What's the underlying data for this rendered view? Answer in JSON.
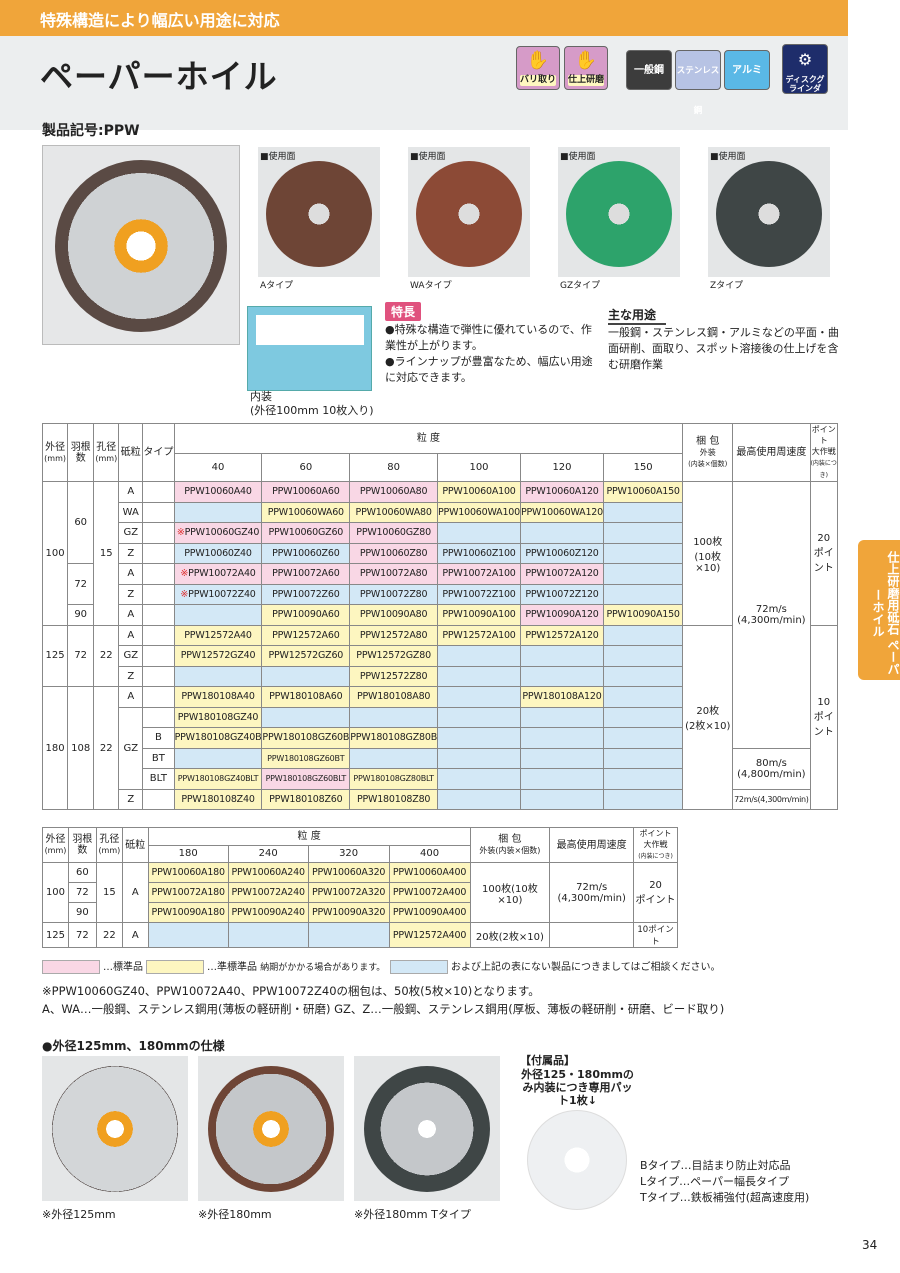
{
  "header": {
    "tagline": "特殊構造により幅広い用途に対応",
    "title": "ペーパーホイル",
    "icons": [
      {
        "name": "deburr",
        "label": "バリ取り"
      },
      {
        "name": "finish",
        "label": "仕上研磨"
      },
      {
        "name": "general-steel",
        "label": "一般鋼"
      },
      {
        "name": "stainless",
        "label": "ステンレス鋼"
      },
      {
        "name": "aluminum",
        "label": "アルミ"
      },
      {
        "name": "disc-grinder",
        "label": "ディスクグラインダ"
      }
    ]
  },
  "product_code": "製品記号:PPW",
  "photos": {
    "usage_label": "■使用面",
    "types": [
      "Aタイプ",
      "WAタイプ",
      "GZタイプ",
      "Zタイプ"
    ],
    "colors": [
      "#6e4536",
      "#8c4a36",
      "#2da36b",
      "#3f4646"
    ],
    "box_caption": [
      "内装",
      "(外径100mm 10枚入り)"
    ]
  },
  "features": {
    "tag": "特長",
    "items": [
      "●特殊な構造で弾性に優れているので、作業性が上がります。",
      "●ラインナップが豊富なため、幅広い用途に対応できます。"
    ]
  },
  "uses": {
    "tag": "主な用途",
    "text": "一般鋼・ステンレス鋼・アルミなどの平面・曲面研削、面取り、スポット溶接後の仕上げを含む研磨作業"
  },
  "table1": {
    "h_od": "外径",
    "h_od_unit": "(mm)",
    "h_blades": "羽根数",
    "h_bore": "孔径",
    "h_bore_unit": "(mm)",
    "h_grain": "砥粒",
    "h_type": "タイプ",
    "h_grit": "粒 度",
    "grits": [
      "40",
      "60",
      "80",
      "100",
      "120",
      "150"
    ],
    "h_pack": "梱 包",
    "h_pack_sub": "外装",
    "h_pack_sub2": "(内装×個数)",
    "h_speed": "最高使用周速度",
    "h_point": "ポイント",
    "h_point2": "大作戦",
    "h_point3": "(内装につき)",
    "od100": "100",
    "bl60": "60",
    "bl72": "72",
    "bl90": "90",
    "bore15": "15",
    "od125": "125",
    "bl72b": "72",
    "bore22": "22",
    "od180": "180",
    "bl108": "108",
    "bore22b": "22",
    "pack100": "100枚",
    "pack100b": "(10枚×10)",
    "pack20": "20枚",
    "pack20b": "(2枚×10)",
    "speed72": "72m/s",
    "speed72b": "(4,300m/min)",
    "speed80": "80m/s",
    "speed80b": "(4,800m/min)",
    "speed72c": "72m/s(4,300m/min)",
    "pt20": "20",
    "pt20b": "ポイント",
    "pt10": "10",
    "pt10b": "ポイント",
    "g": {
      "A": "A",
      "WA": "WA",
      "GZ": "GZ",
      "Z": "Z",
      "B": "B",
      "BT": "BT",
      "BLT": "BLT"
    },
    "r1": [
      "PPW10060A40",
      "PPW10060A60",
      "PPW10060A80",
      "PPW10060A100",
      "PPW10060A120",
      "PPW10060A150"
    ],
    "r2": [
      "PPW10060WA60",
      "PPW10060WA80",
      "PPW10060WA100",
      "PPW10060WA120"
    ],
    "r3": [
      "PPW10060GZ40",
      "PPW10060GZ60",
      "PPW10060GZ80"
    ],
    "r4": [
      "PPW10060Z40",
      "PPW10060Z60",
      "PPW10060Z80",
      "PPW10060Z100",
      "PPW10060Z120"
    ],
    "r5": [
      "PPW10072A40",
      "PPW10072A60",
      "PPW10072A80",
      "PPW10072A100",
      "PPW10072A120"
    ],
    "r6": [
      "PPW10072Z40",
      "PPW10072Z60",
      "PPW10072Z80",
      "PPW10072Z100",
      "PPW10072Z120"
    ],
    "r7": [
      "PPW10090A60",
      "PPW10090A80",
      "PPW10090A100",
      "PPW10090A120",
      "PPW10090A150"
    ],
    "r8": [
      "PPW12572A40",
      "PPW12572A60",
      "PPW12572A80",
      "PPW12572A100",
      "PPW12572A120"
    ],
    "r9": [
      "PPW12572GZ40",
      "PPW12572GZ60",
      "PPW12572GZ80"
    ],
    "r10": [
      "PPW12572Z80"
    ],
    "r11": [
      "PPW180108A40",
      "PPW180108A60",
      "PPW180108A80",
      "PPW180108A120"
    ],
    "r12": [
      "PPW180108GZ40"
    ],
    "r13": [
      "PPW180108GZ40B",
      "PPW180108GZ60B",
      "PPW180108GZ80B"
    ],
    "r14": [
      "PPW180108GZ60BT"
    ],
    "r15": [
      "PPW180108GZ40BLT",
      "PPW180108GZ60BLT",
      "PPW180108GZ80BLT"
    ],
    "r16": [
      "PPW180108Z40",
      "PPW180108Z60",
      "PPW180108Z80"
    ],
    "mark": "※"
  },
  "table2": {
    "grits": [
      "180",
      "240",
      "320",
      "400"
    ],
    "h_pack_sub": "外装(内装×個数)",
    "r1": [
      "PPW10060A180",
      "PPW10060A240",
      "PPW10060A320",
      "PPW10060A400"
    ],
    "r2": [
      "PPW10072A180",
      "PPW10072A240",
      "PPW10072A320",
      "PPW10072A400"
    ],
    "r3": [
      "PPW10090A180",
      "PPW10090A240",
      "PPW10090A320",
      "PPW10090A400"
    ],
    "r4": [
      "PPW12572A400"
    ],
    "pack100": "100枚(10枚×10)",
    "pack20": "20枚(2枚×10)",
    "pt10": "10ポイント"
  },
  "legend": {
    "std": "…標準品",
    "sub": "…準標準品",
    "sub_note": "納期がかかる場合があります。",
    "cons": "および上記の表にない製品につきましてはご相談ください。"
  },
  "notes": {
    "n1": "※PPW10060GZ40、PPW10072A40、PPW10072Z40の梱包は、50枚(5枚×10)となります。",
    "n2": "A、WA…一般鋼、ステンレス鋼用(薄板の軽研削・研磨) GZ、Z…一般鋼、ステンレス鋼用(厚板、薄板の軽研削・研磨、ビード取り)"
  },
  "spec": {
    "title": "●外径125mm、180mmの仕様",
    "captions": [
      "※外径125mm",
      "※外径180mm",
      "※外径180mm Tタイプ"
    ]
  },
  "accessory": {
    "title": "【付属品】",
    "text": "外径125・180mmのみ内装につき専用パット1枚↓"
  },
  "types_desc": [
    "Bタイプ…目詰まり防止対応品",
    "Lタイプ…ペーパー幅長タイプ",
    "Tタイプ…鉄板補強付(超高速度用)"
  ],
  "side_tab": "仕上研磨用砥石 ペーパーホイル",
  "page_number": "34"
}
